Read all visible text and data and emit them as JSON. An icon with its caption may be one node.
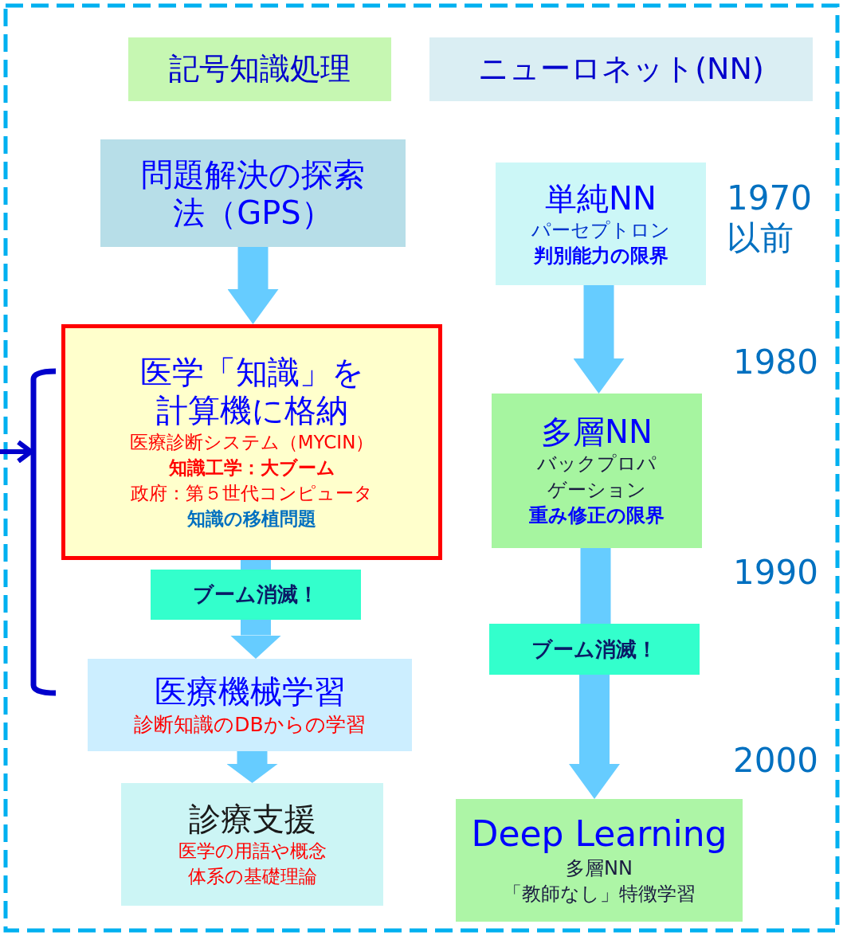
{
  "diagram": {
    "nodes": [
      {
        "text": [
          "記号知識処理"
        ]
      },
      {
        "text": [
          "ニューロネット(NN)"
        ]
      },
      {
        "text": [
          "問題解決の探索法（GPS）"
        ]
      },
      {
        "text": [
          "医学「知識」を計算機に格納",
          "医療診断システム（MYCIN）",
          "知識工学：大ブーム",
          "政府：第５世代コンピュータ",
          "知識の移植問題"
        ]
      },
      {
        "text": [
          "ブーム消滅！"
        ]
      },
      {
        "text": [
          "医療機械学習",
          "診断知識のDBからの学習"
        ]
      },
      {
        "text": [
          "診療支援",
          "医学の用語や概念体系の基礎理論"
        ]
      },
      {
        "text": [
          "単純NN",
          "パーセプトロン",
          "判別能力の限界"
        ]
      },
      {
        "text": [
          "多層NN",
          "バックプロパゲーション",
          "重み修正の限界"
        ]
      },
      {
        "text": [
          "ブーム消滅！"
        ]
      },
      {
        "text": [
          "Deep Learning",
          "多層NN",
          "「教師なし」特徴学習"
        ]
      },
      {
        "text": [],
        "shape": "bracket"
      }
    ],
    "edges": [
      {
        "from": 2,
        "to": 3,
        "arrow": "to"
      },
      {
        "from": 3,
        "to": 4,
        "arrow": "none"
      },
      {
        "from": 4,
        "to": 5,
        "arrow": "to"
      },
      {
        "from": 5,
        "to": 6,
        "arrow": "to"
      },
      {
        "from": 7,
        "to": 8,
        "arrow": "to"
      },
      {
        "from": 8,
        "to": 9,
        "arrow": "none"
      },
      {
        "from": 9,
        "to": 10,
        "arrow": "to"
      },
      {
        "from": null,
        "to": 11,
        "arrow": "to",
        "color": "#0000cc"
      }
    ],
    "labels": [
      "1970",
      "以前",
      "1980",
      "1990",
      "2000"
    ]
  }
}
